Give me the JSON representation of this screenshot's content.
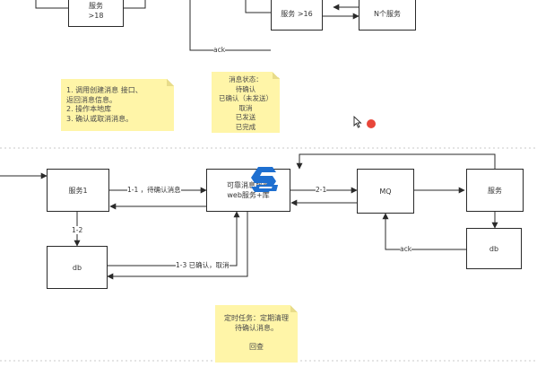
{
  "boxes": {
    "top_left_service": "服务\n>18",
    "service_gt16": "服务 >16",
    "n_services": "N个服务",
    "service1": "服务1",
    "db_left": "db",
    "reliable_msg": "可靠消息服务\nweb服务+库",
    "mq": "MQ",
    "service_right": "服务",
    "db_right": "db"
  },
  "notes": {
    "steps": "1. 调用创建消息 接口、\n返回消息信息。\n2. 操作本地库\n3. 确认或取消消息。",
    "status": "消息状态：\n待确认\n已确认（未发送）\n取消\n已发送\n已完成",
    "timer": "定时任务：定期清理\n待确认消息。\n\n回查"
  },
  "labels": {
    "ack_top": "ack",
    "arrow_1_1": "1-1 ，待确认消息",
    "arrow_2_1": "2-1",
    "arrow_1_2": "1-2",
    "arrow_1_3": "1-3 已确认，取消",
    "ack_bottom": "ack"
  },
  "icons": {
    "cursor": "mouse-pointer-icon",
    "dot": "red-dot-icon",
    "logo": "watermark-logo-icon"
  },
  "colors": {
    "line": "#2a2a2a",
    "note": "#fff5a8",
    "dot": "#e8463a",
    "logo_blue": "#1e6fd0"
  }
}
